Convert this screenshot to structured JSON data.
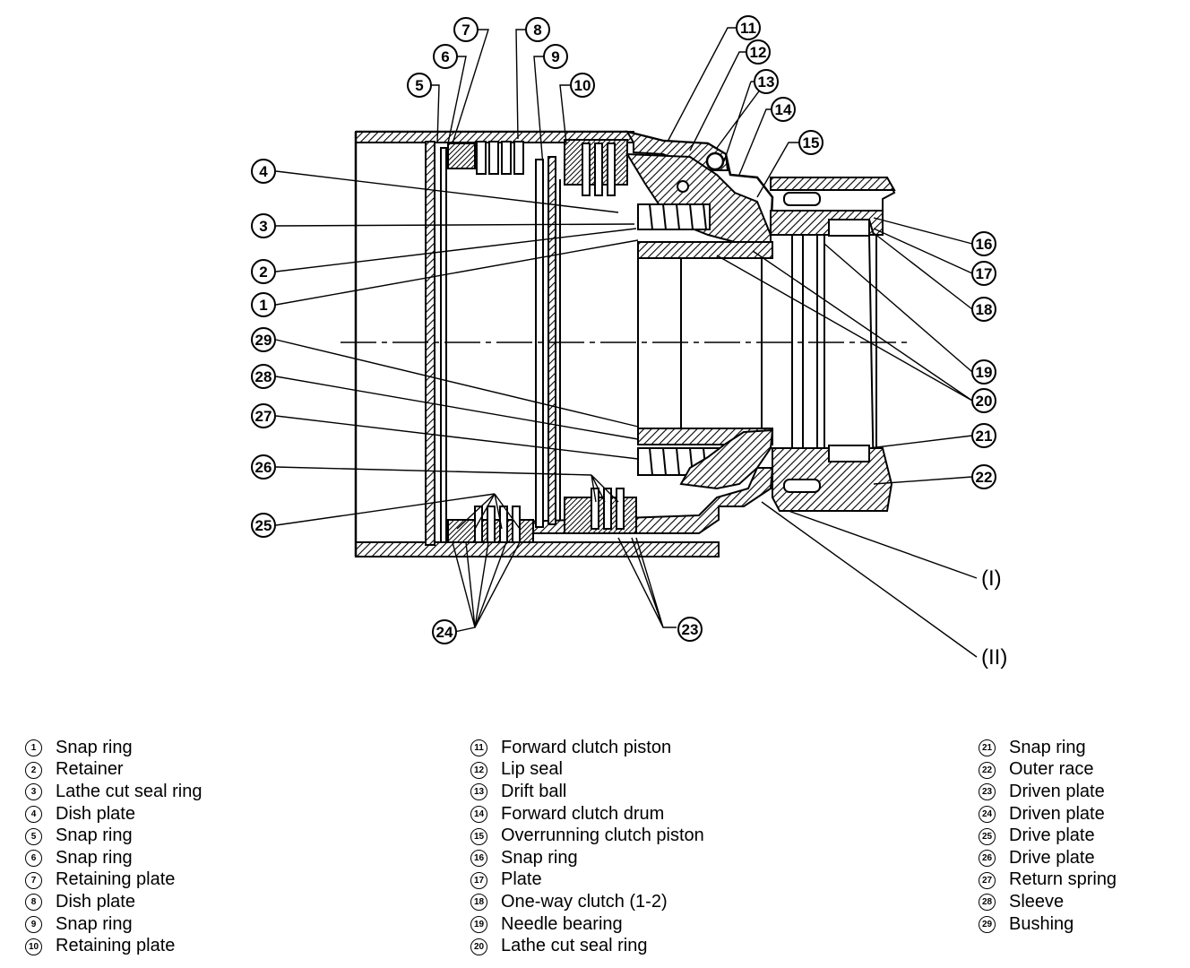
{
  "callouts": [
    {
      "id": "1",
      "text": "1"
    },
    {
      "id": "2",
      "text": "2"
    },
    {
      "id": "3",
      "text": "3"
    },
    {
      "id": "4",
      "text": "4"
    },
    {
      "id": "5",
      "text": "5"
    },
    {
      "id": "6",
      "text": "6"
    },
    {
      "id": "7",
      "text": "7"
    },
    {
      "id": "8",
      "text": "8"
    },
    {
      "id": "9",
      "text": "9"
    },
    {
      "id": "10",
      "text": "10"
    },
    {
      "id": "11",
      "text": "11"
    },
    {
      "id": "12",
      "text": "12"
    },
    {
      "id": "13",
      "text": "13"
    },
    {
      "id": "14",
      "text": "14"
    },
    {
      "id": "15",
      "text": "15"
    },
    {
      "id": "16",
      "text": "16"
    },
    {
      "id": "17",
      "text": "17"
    },
    {
      "id": "18",
      "text": "18"
    },
    {
      "id": "19",
      "text": "19"
    },
    {
      "id": "20",
      "text": "20"
    },
    {
      "id": "21",
      "text": "21"
    },
    {
      "id": "22",
      "text": "22"
    },
    {
      "id": "23",
      "text": "23"
    },
    {
      "id": "24",
      "text": "24"
    },
    {
      "id": "25",
      "text": "25"
    },
    {
      "id": "26",
      "text": "26"
    },
    {
      "id": "27",
      "text": "27"
    },
    {
      "id": "28",
      "text": "28"
    },
    {
      "id": "29",
      "text": "29"
    }
  ],
  "roman_labels": [
    "(I)",
    "(II)"
  ],
  "legend": {
    "col1": [
      {
        "num": "1",
        "label": "Snap ring"
      },
      {
        "num": "2",
        "label": "Retainer"
      },
      {
        "num": "3",
        "label": "Lathe cut seal ring"
      },
      {
        "num": "4",
        "label": "Dish plate"
      },
      {
        "num": "5",
        "label": "Snap ring"
      },
      {
        "num": "6",
        "label": "Snap ring"
      },
      {
        "num": "7",
        "label": "Retaining plate"
      },
      {
        "num": "8",
        "label": "Dish plate"
      },
      {
        "num": "9",
        "label": "Snap ring"
      },
      {
        "num": "10",
        "label": "Retaining plate"
      }
    ],
    "col2": [
      {
        "num": "11",
        "label": "Forward clutch piston"
      },
      {
        "num": "12",
        "label": "Lip seal"
      },
      {
        "num": "13",
        "label": "Drift ball"
      },
      {
        "num": "14",
        "label": "Forward clutch drum"
      },
      {
        "num": "15",
        "label": "Overrunning clutch piston"
      },
      {
        "num": "16",
        "label": "Snap ring"
      },
      {
        "num": "17",
        "label": "Plate"
      },
      {
        "num": "18",
        "label": "One-way clutch (1-2)"
      },
      {
        "num": "19",
        "label": "Needle bearing"
      },
      {
        "num": "20",
        "label": "Lathe cut seal ring"
      }
    ],
    "col3": [
      {
        "num": "21",
        "label": "Snap ring"
      },
      {
        "num": "22",
        "label": "Outer race"
      },
      {
        "num": "23",
        "label": "Driven plate"
      },
      {
        "num": "24",
        "label": "Driven plate"
      },
      {
        "num": "25",
        "label": "Drive plate"
      },
      {
        "num": "26",
        "label": "Drive plate"
      },
      {
        "num": "27",
        "label": "Return spring"
      },
      {
        "num": "28",
        "label": "Sleeve"
      },
      {
        "num": "29",
        "label": "Bushing"
      }
    ]
  }
}
